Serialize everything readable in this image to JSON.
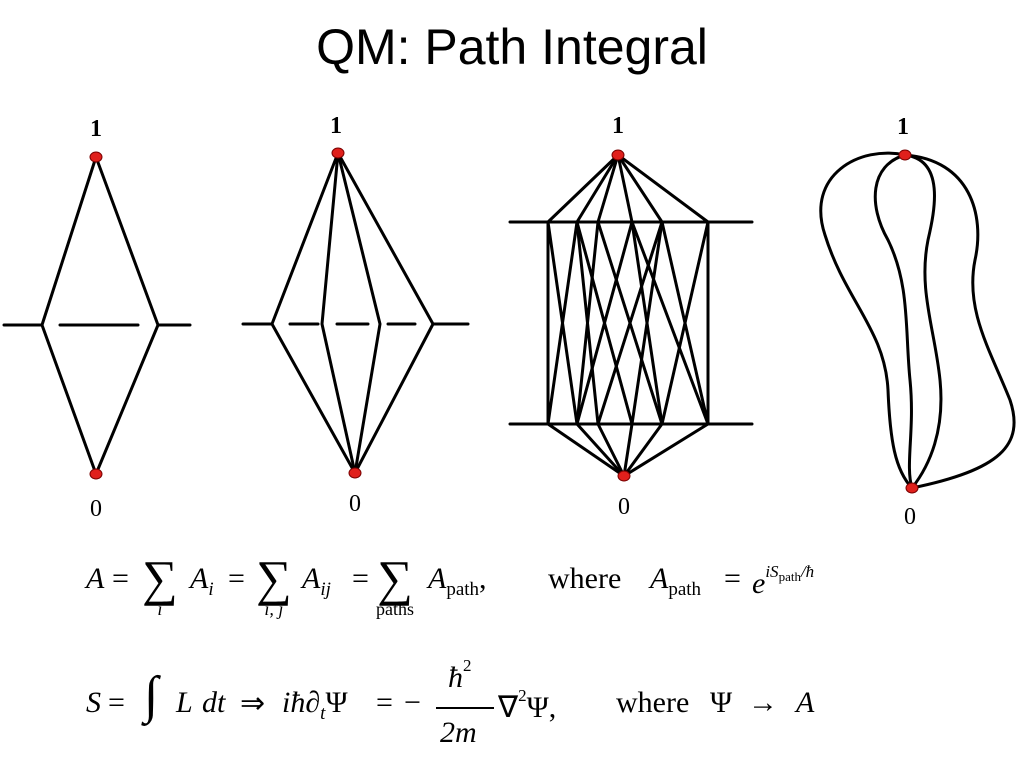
{
  "slide": {
    "title": "QM: Path Integral"
  },
  "diagrams": [
    {
      "name": "two-paths",
      "top_label": "1",
      "bottom_label": "0"
    },
    {
      "name": "four-paths",
      "top_label": "1",
      "bottom_label": "0"
    },
    {
      "name": "many-paths-two-slits",
      "top_label": "1",
      "bottom_label": "0"
    },
    {
      "name": "continuous-paths",
      "top_label": "1",
      "bottom_label": "0"
    }
  ],
  "equation1": {
    "A": "A",
    "eq": "=",
    "sum": "∑",
    "sub_i": "i",
    "Ai": "A",
    "Ai_sub": "i",
    "sub_ij": "i, j",
    "Aij": "A",
    "Aij_sub": "ij",
    "sub_paths": "paths",
    "Apath": "A",
    "Apath_sub": "path",
    "comma": ",",
    "where": "where",
    "e": "e",
    "exp": "iS",
    "exp_sub": "path",
    "exp_tail": "/ħ"
  },
  "equation2": {
    "S": "S",
    "eq": "=",
    "integral": "∫",
    "L": "L",
    "dt": "dt",
    "implies": "⇒",
    "ihbar": "iħ",
    "partial": "∂",
    "partial_sub": "t",
    "Psi": "Ψ",
    "minus": "−",
    "numerator": "ħ",
    "numerator_sup": "2",
    "denominator": "2m",
    "nabla": "∇",
    "nabla_sup": "2",
    "comma": ",",
    "where": "where",
    "arrow": "→",
    "A": "A"
  },
  "colors": {
    "endpoint": "#e0201c",
    "line": "#000000"
  }
}
